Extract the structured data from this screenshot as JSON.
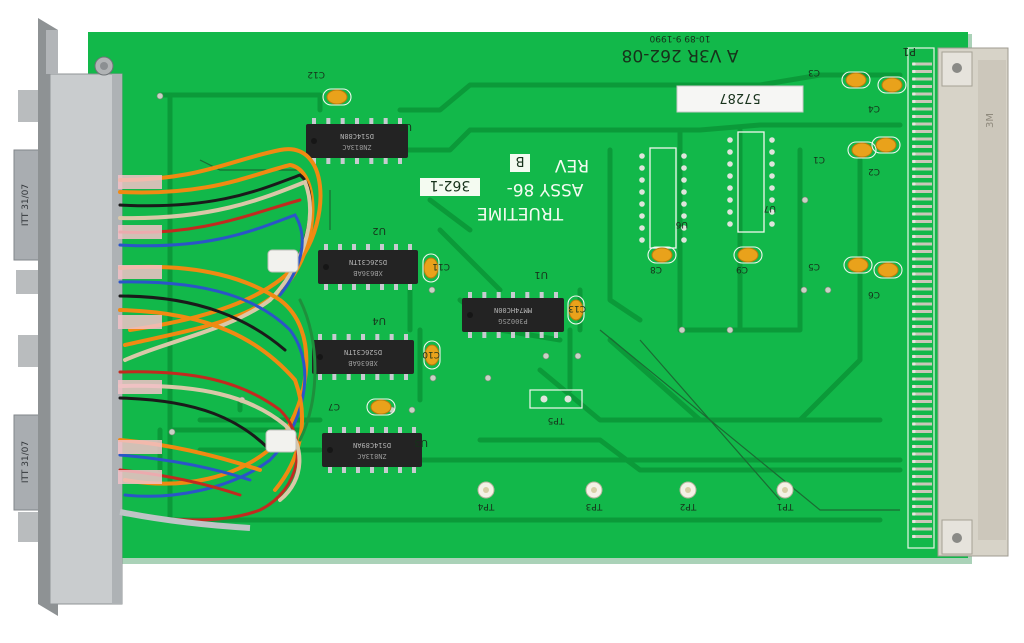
{
  "board": {
    "top_text": "A V3R 262-08",
    "top_date": "10-89  9-1990",
    "serial": "57287",
    "brand": "TRUETIME",
    "assy_prefix": "ASSY 86-",
    "assy_number": "362-1",
    "rev_label": "REV",
    "rev_value": "B",
    "connector_label": "P1",
    "connector_brand": "3M"
  },
  "chips": [
    {
      "ref": "U5",
      "marking": "DS14C88N",
      "sub": "ZN813AC"
    },
    {
      "ref": "U2",
      "marking": "DS26C31TN",
      "sub": "XB636AB"
    },
    {
      "ref": "U4",
      "marking": "DS26C31TN",
      "sub": "XB636AB"
    },
    {
      "ref": "U3",
      "marking": "DS14C89AN",
      "sub": "ZN813AC"
    },
    {
      "ref": "U1",
      "marking": "MM74HC00N",
      "sub": "P3002SG"
    }
  ],
  "sockets": [
    {
      "ref": "U6"
    },
    {
      "ref": "U7"
    }
  ],
  "capacitors": [
    "C12",
    "C11",
    "C10",
    "C7",
    "C13",
    "C8",
    "C9",
    "C1",
    "C2",
    "C3",
    "C4",
    "C5",
    "C6"
  ],
  "test_points": [
    "TP4",
    "TP3",
    "TP2",
    "TP1",
    "TP5"
  ],
  "panel": {
    "connector_top": "ITT 31/07",
    "connector_bottom": "ITT 31/07"
  },
  "colors": {
    "pcb": "#12b84a",
    "trace": "#0d9a3c",
    "panel": "#c9ccce",
    "ic": "#232323",
    "cap": "#e9a21b"
  }
}
